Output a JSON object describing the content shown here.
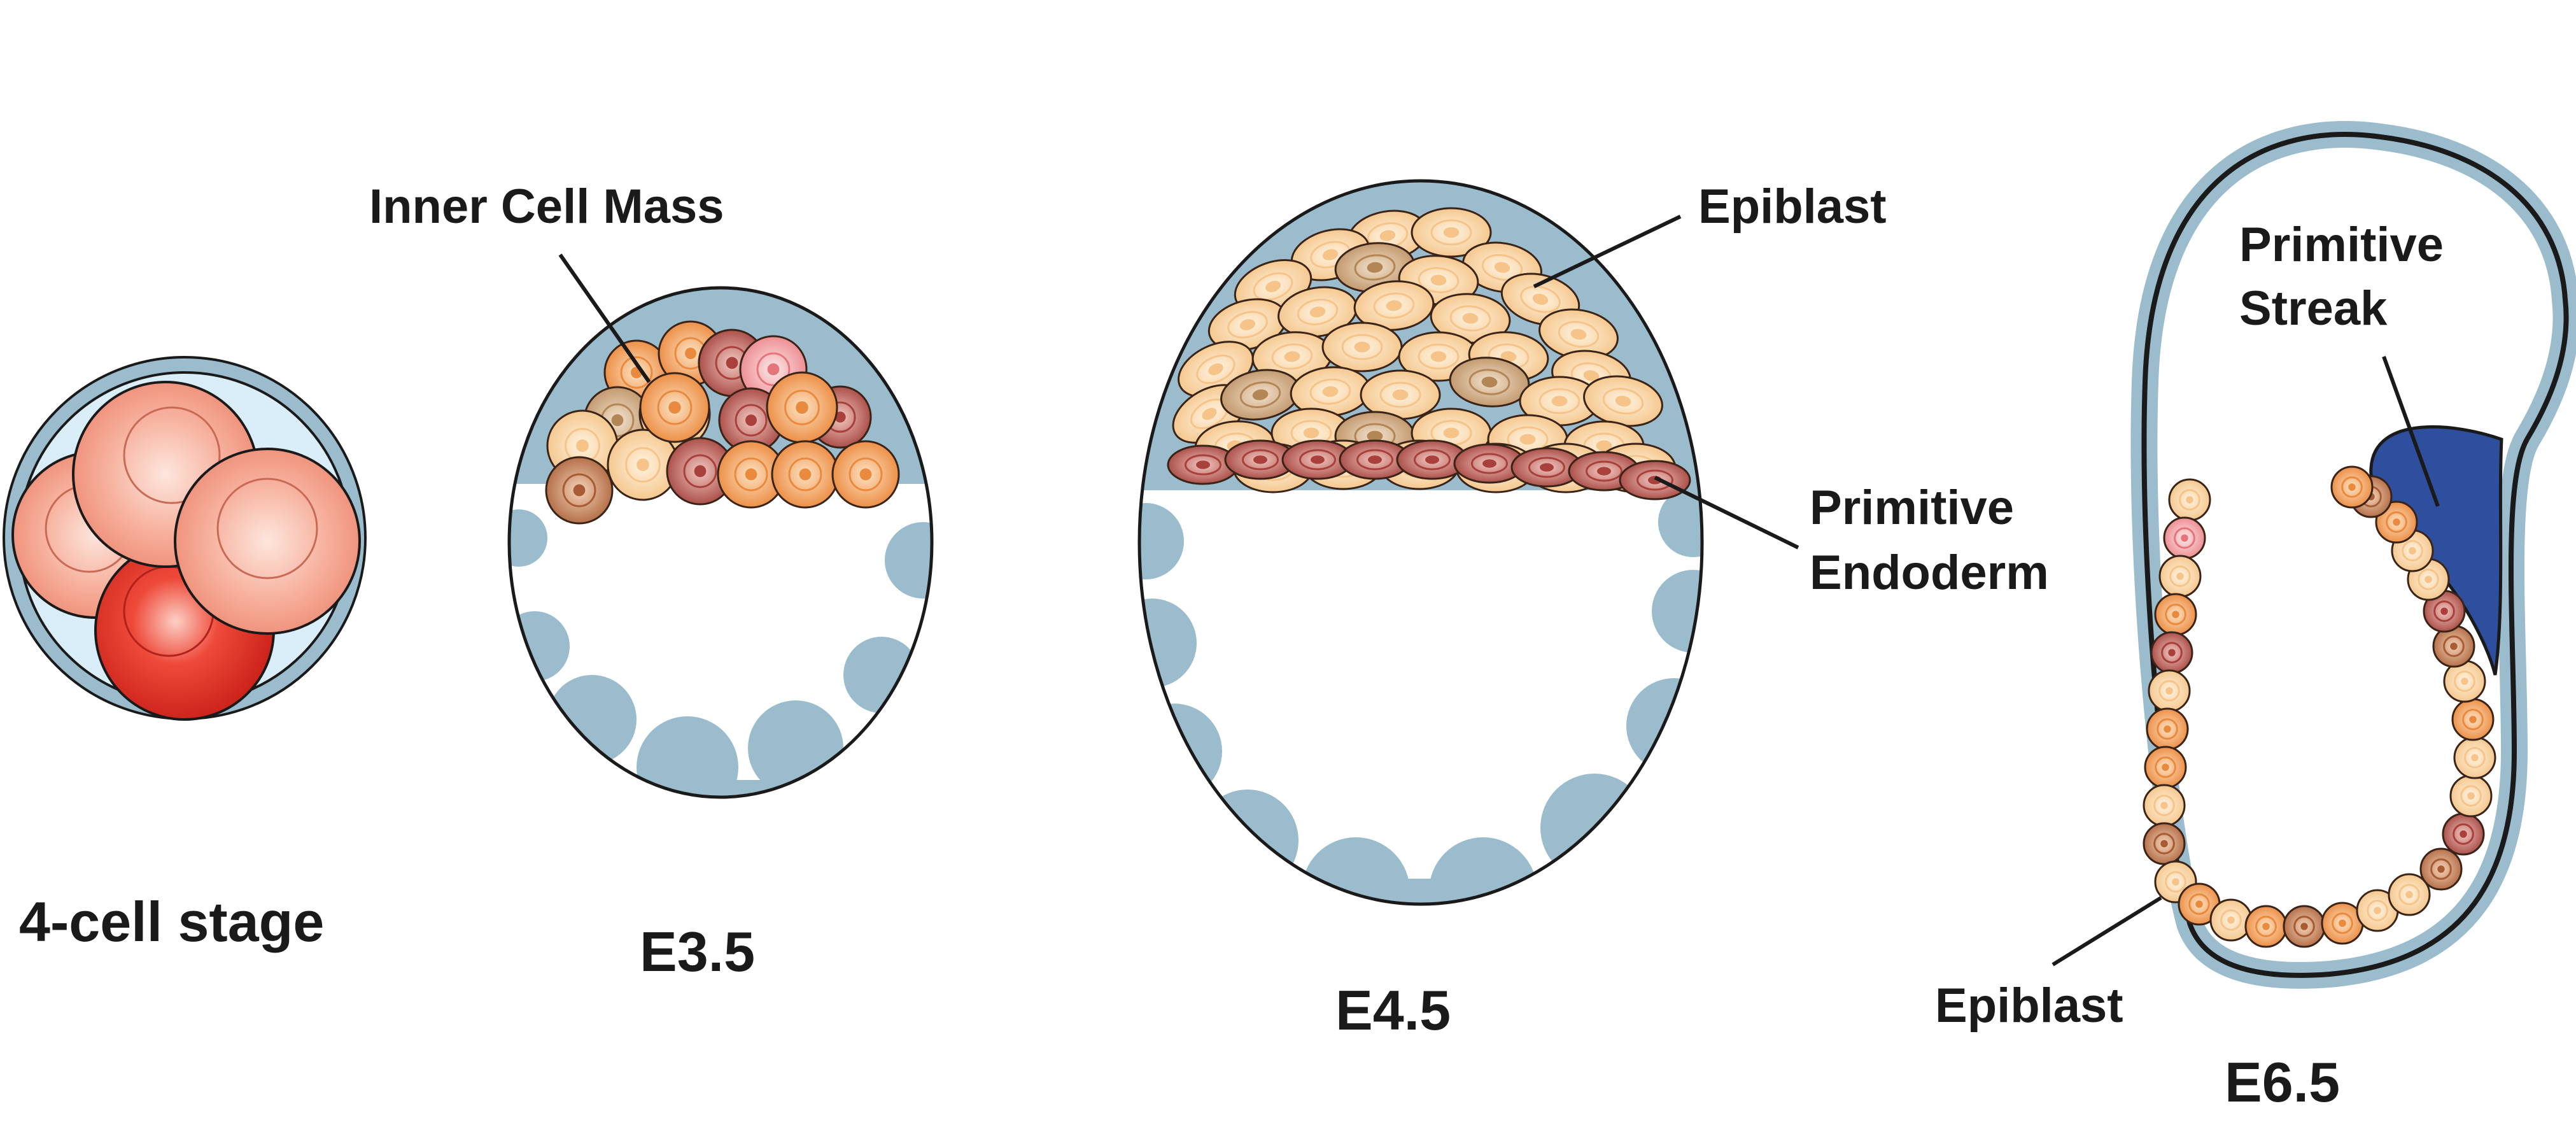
{
  "labels": {
    "stage_4cell": "4-cell stage",
    "stage_e35": "E3.5",
    "stage_e45": "E4.5",
    "stage_e65": "E6.5",
    "inner_cell_mass": "Inner Cell Mass",
    "epiblast_e45": "Epiblast",
    "primitive_endoderm_line1": "Primitive",
    "primitive_endoderm_line2": "Endoderm",
    "primitive_streak_line1": "Primitive",
    "primitive_streak_line2": "Streak",
    "epiblast_e65": "Epiblast"
  },
  "colors": {
    "trophectoderm": "#9bbccd",
    "zona": "#d6ecf7",
    "outline": "#1a1a1a",
    "blastomere": "#f7b9a8",
    "blastomere_red": "#e53a2e",
    "epiblast_light": "#f8cf9a",
    "epiblast_orange": "#ef9a4c",
    "epiblast_tan": "#c9a27a",
    "epiblast_brown": "#b9744a",
    "endoderm": "#b04a46",
    "pink": "#f29a9a",
    "streak": "#2e4f9e"
  }
}
